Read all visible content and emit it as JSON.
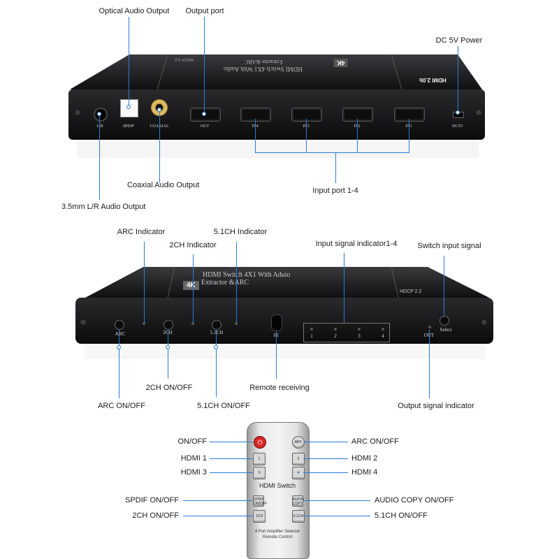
{
  "top_device": {
    "callouts": {
      "optical": "Optical Audio Output",
      "output_port": "Output port",
      "dc_power": "DC 5V Power",
      "coaxial": "Coaxial Audio Output",
      "input_ports": "Input port 1-4",
      "audio_35": "3.5mm L/R Audio Output"
    },
    "face_labels": {
      "lr": "L/R",
      "spdif": "SPDIF",
      "coaxial": "COAXIAL",
      "out": "OUT",
      "in4": "IN4",
      "in3": "IN3",
      "in2": "IN2",
      "in1": "IN1",
      "dc5v": "DC5V"
    },
    "top_print": [
      "HDMI Switch 4X1 With Audio",
      "Extractor &ARC"
    ],
    "hdcp": "HDCP 2.2",
    "badge": "4K",
    "hdmi_logo": "HDMI 2.0b"
  },
  "middle_device": {
    "callouts": {
      "arc_indicator": "ARC Indicator",
      "ch2_indicator": "2CH Indicator",
      "ch51_indicator": "5.1CH Indicator",
      "input_indicator": "Input signal indicator1-4",
      "switch_input": "Switch input signal",
      "ch2_onoff": "2CH ON/OFF",
      "arc_onoff": "ARC ON/OFF",
      "ch51_onoff": "5.1CH ON/OFF",
      "remote_receiving": "Remote receiving",
      "output_indicator": "Output signal indicator"
    },
    "face_labels": {
      "arc": "ARC",
      "ch2": "2CH",
      "ch51": "5.1CH",
      "ir": "IR",
      "n1": "1",
      "n2": "2",
      "n3": "3",
      "n4": "4",
      "out": "OUT",
      "select": "Select"
    },
    "top_print": [
      "HDMI Switch 4X1 With Aduio",
      "Extractor &ARC"
    ],
    "hdcp": "HDCP 2.2",
    "badge": "4K"
  },
  "remote": {
    "title": "HDMI  Switch",
    "footer": [
      "4 Port Amplifier Selector",
      "Remote Control"
    ],
    "buttons": {
      "arc": "ARC",
      "b1": "1",
      "b2": "2",
      "b3": "3",
      "b4": "4",
      "spdif": "SPDIF ON/OFF",
      "audio_copy": "AUDIO COPY",
      "ch2": "2CH",
      "ch51": "5.1CH"
    },
    "callouts": {
      "onoff": "ON/OFF",
      "hdmi1": "HDMI 1",
      "hdmi3": "HDMI 3",
      "spdif": "SPDIF ON/OFF",
      "ch2": "2CH ON/OFF",
      "arc": "ARC ON/OFF",
      "hdmi2": "HDMI 2",
      "hdmi4": "HDMI 4",
      "audio_copy": "AUDIO COPY ON/OFF",
      "ch51": "5.1CH ON/OFF"
    }
  },
  "colors": {
    "callout_line": "#2b7bd6",
    "device_body": "#1c1c1e",
    "power_button": "#d62828"
  }
}
